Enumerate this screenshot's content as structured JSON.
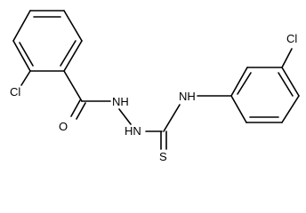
{
  "molecule": {
    "atoms": {
      "cl_left": "Cl",
      "o": "O",
      "nh_amide": "NH",
      "nh_hydrazine": "HN",
      "nh_aryl": "NH",
      "s": "S",
      "cl_right": "Cl"
    },
    "colors": {
      "bond": "#000000",
      "label": "#000000",
      "background": "#ffffff"
    }
  }
}
